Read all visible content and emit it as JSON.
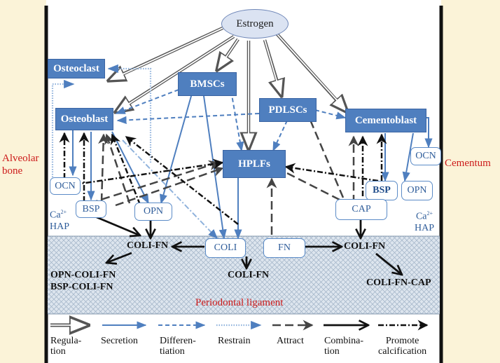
{
  "regions": {
    "alveolar_bone": "Alveolar bone",
    "cementum": "Cementum",
    "periodontal_ligament": "Periodontal ligament"
  },
  "nodes": {
    "estrogen": "Estrogen",
    "osteoclast": "Osteoclast",
    "osteoblast": "Osteoblast",
    "bmscs": "BMSCs",
    "pdlscs": "PDLSCs",
    "cementoblast": "Cementoblast",
    "hplfs": "HPLFs",
    "ocn_left": "OCN",
    "ocn_right": "OCN",
    "bsp_left": "BSP",
    "bsp_right": "BSP",
    "opn_left": "OPN",
    "opn_right": "OPN",
    "cap": "CAP",
    "coli": "COLI",
    "fn": "FN"
  },
  "labels": {
    "ca_hap_left": [
      "Ca",
      "2+",
      "HAP"
    ],
    "ca_hap_right": [
      "Ca",
      "2+",
      "HAP"
    ],
    "coli_fn_left": "COLI-FN",
    "coli_fn_mid": "COLI-FN",
    "coli_fn_right": "COLI-FN",
    "opn_coli_fn": "OPN-COLI-FN",
    "bsp_coli_fn": "BSP-COLI-FN",
    "coli_fn_cap": "COLI-FN-CAP"
  },
  "legend": [
    {
      "label": [
        "Regula-",
        "tion"
      ],
      "style": "regulation"
    },
    {
      "label": [
        "Secretion"
      ],
      "style": "secretion"
    },
    {
      "label": [
        "Differen-",
        "tiation"
      ],
      "style": "differentiation"
    },
    {
      "label": [
        "Restrain"
      ],
      "style": "restrain"
    },
    {
      "label": [
        "Attract"
      ],
      "style": "attract"
    },
    {
      "label": [
        "Combina-",
        "tion"
      ],
      "style": "combination"
    },
    {
      "label": [
        "Promote",
        "calcification"
      ],
      "style": "promote"
    }
  ],
  "colors": {
    "blue": "#4f7fbf",
    "dark_blue": "#2f5d9a",
    "red": "#cc1a1a",
    "bone_bg": "#fbf3d8",
    "ligament": "#cfd8e3",
    "gray": "#555555",
    "black": "#111111"
  }
}
